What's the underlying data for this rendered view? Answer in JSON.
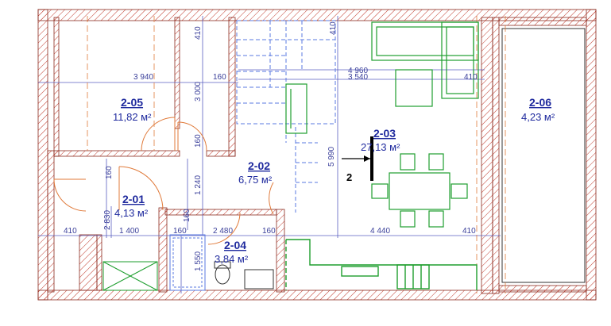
{
  "rooms": [
    {
      "id": "2-05",
      "area": "11,82 м²"
    },
    {
      "id": "2-06",
      "area": "4,23 м²"
    },
    {
      "id": "2-03",
      "area": "27,13 м²"
    },
    {
      "id": "2-02",
      "area": "6,75 м²"
    },
    {
      "id": "2-01",
      "area": "4,13 м²"
    },
    {
      "id": "2-04",
      "area": "3,84 м²"
    }
  ],
  "dimensions": {
    "d3940": "3 940",
    "d4960": "4 960",
    "d3540": "3 540",
    "d160a": "160",
    "d410r": "410",
    "d410t": "410",
    "d410tr": "410",
    "d3000": "3 000",
    "d160v": "160",
    "d1240": "1 240",
    "d5990": "5 990",
    "d160l": "160",
    "d410l": "410",
    "d1400": "1 400",
    "d160b": "160",
    "d2480": "2 480",
    "d160c": "160",
    "d4440": "4 440",
    "d410br": "410",
    "d2830": "2 830",
    "d160d": "160",
    "d1550": "1 550"
  },
  "section": {
    "label": "2"
  },
  "colors": {
    "wall": "#c0392b",
    "dim": "#3a3f9a",
    "room": "#1f2a9e",
    "furniture": "#1e9e2e",
    "door": "#e07a3a"
  }
}
